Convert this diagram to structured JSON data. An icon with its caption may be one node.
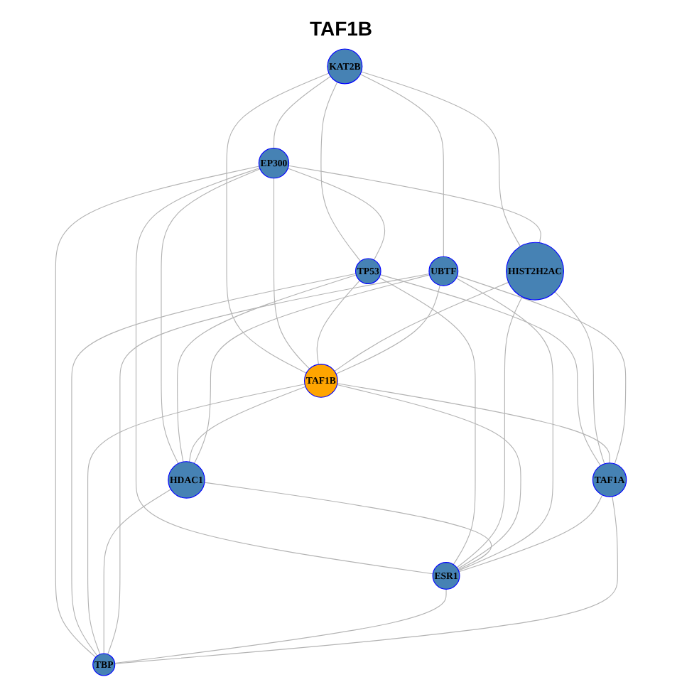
{
  "diagram": {
    "title": "TAF1B",
    "nodes": [
      {
        "text": [
          "KAT2B"
        ]
      },
      {
        "text": [
          "EP300"
        ]
      },
      {
        "text": [
          "TP53"
        ]
      },
      {
        "text": [
          "HIST2H2AC"
        ]
      },
      {
        "text": [
          "TAF1B"
        ]
      },
      {
        "text": [
          "HDAC1"
        ]
      },
      {
        "text": [
          "UBTF"
        ]
      },
      {
        "text": [
          "ESR1"
        ]
      },
      {
        "text": [
          "TBP"
        ]
      },
      {
        "text": [
          "TAF1A"
        ]
      }
    ],
    "edges": [
      {
        "from": 0,
        "to": 1,
        "arrow": "none"
      },
      {
        "from": 0,
        "to": 3,
        "arrow": "none"
      },
      {
        "from": 0,
        "to": 4,
        "arrow": "none"
      },
      {
        "from": 0,
        "to": 2,
        "arrow": "none"
      },
      {
        "from": 0,
        "to": 6,
        "arrow": "none"
      },
      {
        "from": 1,
        "to": 3,
        "arrow": "none"
      },
      {
        "from": 1,
        "to": 4,
        "arrow": "none"
      },
      {
        "from": 1,
        "to": 2,
        "arrow": "none"
      },
      {
        "from": 1,
        "to": 5,
        "arrow": "none"
      },
      {
        "from": 1,
        "to": 7,
        "arrow": "none"
      },
      {
        "from": 1,
        "to": 8,
        "arrow": "none"
      },
      {
        "from": 2,
        "to": 4,
        "arrow": "none"
      },
      {
        "from": 2,
        "to": 5,
        "arrow": "none"
      },
      {
        "from": 2,
        "to": 7,
        "arrow": "none"
      },
      {
        "from": 2,
        "to": 8,
        "arrow": "none"
      },
      {
        "from": 2,
        "to": 9,
        "arrow": "none"
      },
      {
        "from": 3,
        "to": 4,
        "arrow": "none"
      },
      {
        "from": 3,
        "to": 7,
        "arrow": "none"
      },
      {
        "from": 3,
        "to": 9,
        "arrow": "none"
      },
      {
        "from": 4,
        "to": 5,
        "arrow": "none"
      },
      {
        "from": 6,
        "to": 4,
        "arrow": "none"
      },
      {
        "from": 4,
        "to": 7,
        "arrow": "none"
      },
      {
        "from": 4,
        "to": 8,
        "arrow": "none"
      },
      {
        "from": 4,
        "to": 9,
        "arrow": "none"
      },
      {
        "from": 6,
        "to": 5,
        "arrow": "none"
      },
      {
        "from": 5,
        "to": 7,
        "arrow": "none"
      },
      {
        "from": 5,
        "to": 8,
        "arrow": "none"
      },
      {
        "from": 6,
        "to": 7,
        "arrow": "none"
      },
      {
        "from": 6,
        "to": 8,
        "arrow": "none"
      },
      {
        "from": 6,
        "to": 9,
        "arrow": "none"
      },
      {
        "from": 7,
        "to": 8,
        "arrow": "none"
      },
      {
        "from": 9,
        "to": 7,
        "arrow": "none"
      },
      {
        "from": 9,
        "to": 8,
        "arrow": "none"
      }
    ]
  }
}
